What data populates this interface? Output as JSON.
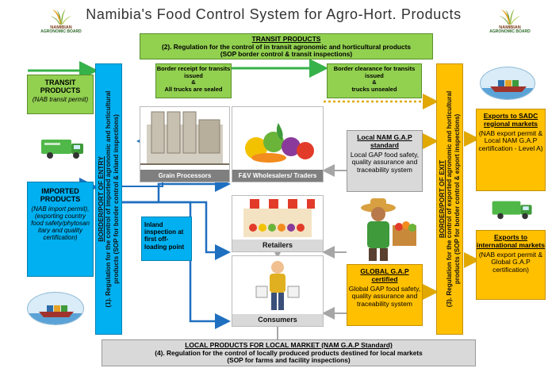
{
  "title": "Namibia's Food Control System for Agro-Hort. Products",
  "logo": {
    "line1": "NAMIBIAN",
    "line2": "AGRONOMIC BOARD"
  },
  "transit_banner": {
    "heading": "TRANSIT PRODUCTS",
    "body": "(2). Regulation for the control of in transit agronomic and horticultural products (SOP border control & transit inspections)"
  },
  "border_receipt": {
    "line1": "Border receipt for transits issued",
    "line2": "&",
    "line3": "All trucks are sealed"
  },
  "border_clearance": {
    "line1": "Border clearance for transits issued",
    "line2": "&",
    "line3": "trucks unsealed"
  },
  "transit_products": {
    "heading": "TRANSIT PRODUCTS",
    "sub": "(NAB transit permit)"
  },
  "imported_products": {
    "heading": "IMPORTED PRODUCTS",
    "sub": "(NAB import permit), (exporting country food safety/phytosan itary and quality certification)"
  },
  "entry_bar": {
    "heading": "BORDER/PORT OF ENTRY",
    "body_line1": "(1). Regulation for the control of imported agronomic and horticultural",
    "body_line2": "products (SOP for border control & inland inspections)"
  },
  "exit_bar": {
    "heading": "BORDER/PORT OF EXIT",
    "body_line1": "(3). Regulation for the control of exported agronomic and horticultural",
    "body_line2": "products (SOP for border control & export inspections)"
  },
  "grain_processors": "Grain Processors",
  "fv_wholesalers": "F&V Wholesalers/ Traders",
  "retailers": "Retailers",
  "consumers": "Consumers",
  "inland_inspection": "Inland inspection at first off-loading point",
  "local_gap": {
    "heading": "Local NAM G.A.P standard",
    "body": "Local GAP food safety, quality assurance and traceability system"
  },
  "global_gap": {
    "heading": "GLOBAL G.A.P certified",
    "body": "Global GAP food safety, quality assurance and traceability system"
  },
  "sadc_export": {
    "heading": "Exports to SADC regional markets",
    "body": "(NAB export permit & Local NAM G.A.P certification - Level A)"
  },
  "intl_export": {
    "heading": "Exports to international markets",
    "body": "(NAB export permit & Global G.A.P certification)"
  },
  "local_banner": {
    "heading": "LOCAL PRODUCTS FOR LOCAL MARKET (NAM G.A.P Standard)",
    "line2": "(4). Regulation for the control of locally produced products destined for local markets",
    "line3": "(SOP for farms and facility inspections)"
  },
  "colors": {
    "green": "#92d050",
    "blue": "#00b0f0",
    "orange": "#ffc000",
    "gray": "#d9d9d9",
    "dark_blue": "#1f5fa8"
  }
}
